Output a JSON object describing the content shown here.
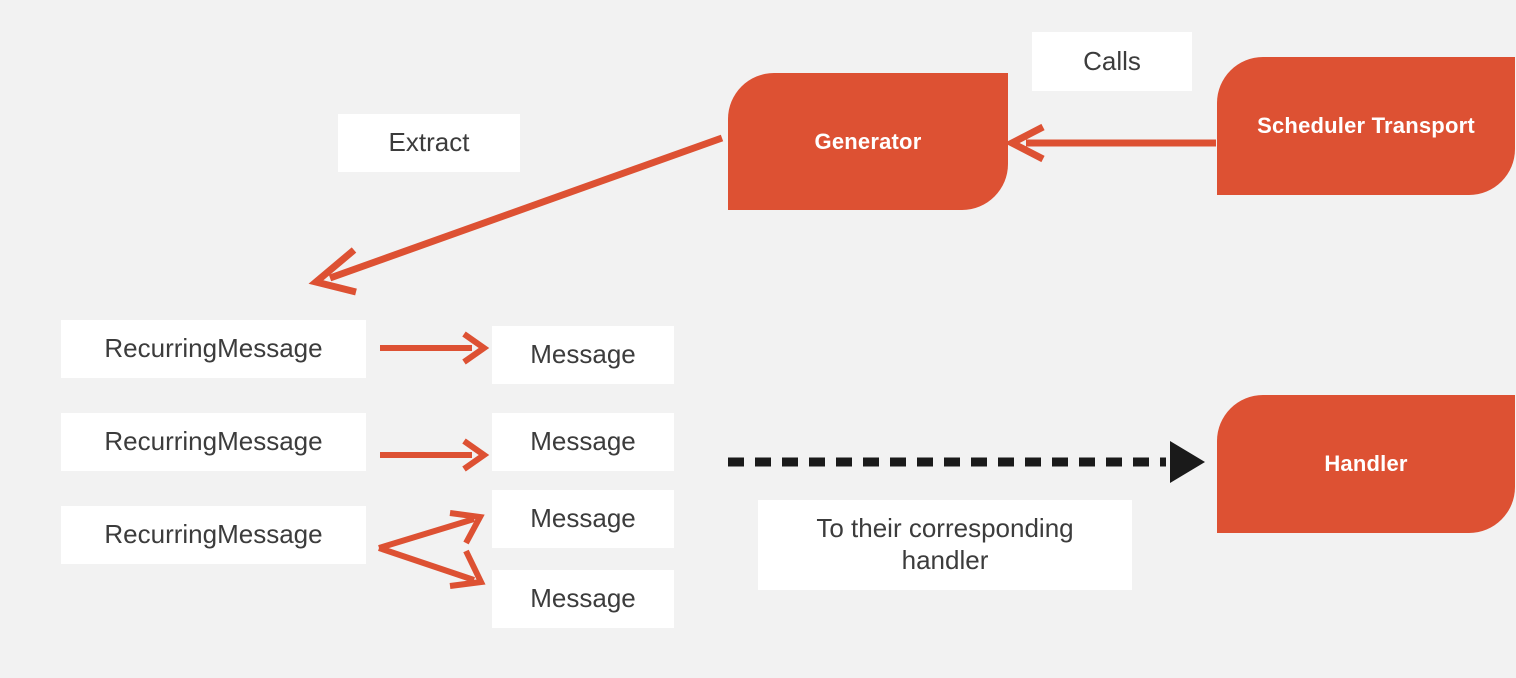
{
  "diagram": {
    "title": "Scheduler recurring message flow",
    "background_color": "#f2f2f2",
    "accent_color": "#dd5133",
    "text_color": "#3c3c3c",
    "node_text_color": "#ffffff",
    "dashed_arrow_color": "#1a1a1a"
  },
  "nodes": {
    "generator": {
      "label": "Generator"
    },
    "scheduler_transport": {
      "label": "Scheduler Transport"
    },
    "handler": {
      "label": "Handler"
    }
  },
  "labels": {
    "calls": "Calls",
    "extract": "Extract",
    "to_handler": "To their corresponding handler"
  },
  "recurring_messages": [
    {
      "label": "RecurringMessage"
    },
    {
      "label": "RecurringMessage"
    },
    {
      "label": "RecurringMessage"
    }
  ],
  "messages": [
    {
      "label": "Message"
    },
    {
      "label": "Message"
    },
    {
      "label": "Message"
    },
    {
      "label": "Message"
    }
  ],
  "edges": [
    {
      "name": "scheduler-to-generator",
      "from": "Scheduler Transport",
      "to": "Generator",
      "label": "Calls",
      "style": "solid",
      "color": "#dd5133"
    },
    {
      "name": "generator-extract",
      "from": "Generator",
      "to": "RecurringMessage list",
      "label": "Extract",
      "style": "solid",
      "color": "#dd5133"
    },
    {
      "name": "recurring1-to-message1",
      "from": "RecurringMessage",
      "to": "Message",
      "style": "solid",
      "color": "#dd5133"
    },
    {
      "name": "recurring2-to-message2",
      "from": "RecurringMessage",
      "to": "Message",
      "style": "solid",
      "color": "#dd5133"
    },
    {
      "name": "recurring3-to-message3",
      "from": "RecurringMessage",
      "to": "Message",
      "style": "solid",
      "color": "#dd5133"
    },
    {
      "name": "recurring3-to-message4",
      "from": "RecurringMessage",
      "to": "Message",
      "style": "solid",
      "color": "#dd5133"
    },
    {
      "name": "messages-to-handler",
      "from": "Message",
      "to": "Handler",
      "label": "To their corresponding handler",
      "style": "dashed",
      "color": "#1a1a1a"
    }
  ]
}
